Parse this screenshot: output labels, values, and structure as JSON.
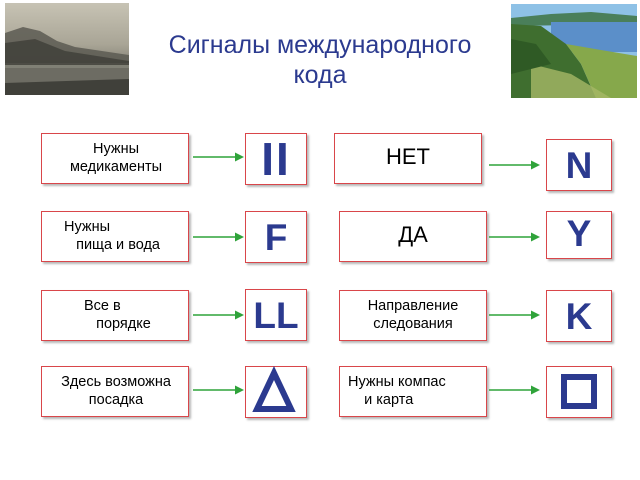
{
  "title": "Сигналы международного\nкода",
  "colors": {
    "title": "#2b3a8f",
    "border": "#d9464a",
    "arrow": "#2fa33a",
    "symbol": "#2b3a8f"
  },
  "signals": [
    {
      "meaning": "Нужны\nмедикаменты",
      "symbol": "II"
    },
    {
      "meaning": "Нужны\n   пища и вода",
      "symbol": "F"
    },
    {
      "meaning": "Все в\n   порядке",
      "symbol": "LL"
    },
    {
      "meaning": "Здесь возможна\nпосадка",
      "symbol": "",
      "symbol_icon": "triangle-icon"
    },
    {
      "meaning": "НЕТ",
      "symbol": "N"
    },
    {
      "meaning": "ДА",
      "symbol": "Y"
    },
    {
      "meaning": "Направление\nследования",
      "symbol": "K"
    },
    {
      "meaning": "Нужны компас\n    и карта",
      "symbol": "",
      "symbol_icon": "square-icon"
    }
  ]
}
